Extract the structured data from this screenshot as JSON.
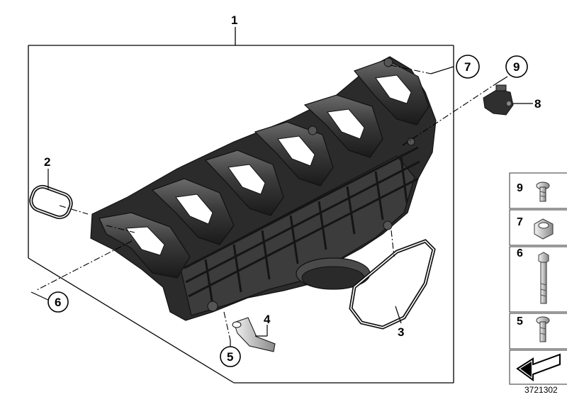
{
  "diagram": {
    "code": "3721302",
    "callouts": {
      "c1": "1",
      "c2": "2",
      "c3": "3",
      "c4": "4",
      "c5": "5",
      "c6": "6",
      "c7": "7",
      "c8": "8",
      "c9": "9"
    },
    "legend": [
      {
        "num": "9",
        "icon": "torx-screw-icon"
      },
      {
        "num": "7",
        "icon": "hex-nut-icon"
      },
      {
        "num": "6",
        "icon": "hex-bolt-icon"
      },
      {
        "num": "5",
        "icon": "torx-screw-icon"
      },
      {
        "num": "",
        "icon": "arrow-icon"
      }
    ]
  }
}
